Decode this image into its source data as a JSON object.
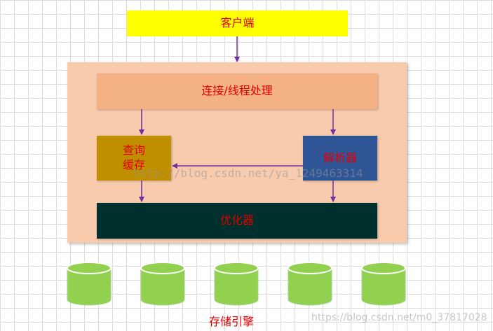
{
  "client": {
    "label": "客户端"
  },
  "server": {
    "connection": {
      "label": "连接/线程处理"
    },
    "cache": {
      "line1": "查询",
      "line2": "缓存"
    },
    "parser": {
      "label": "解析器"
    },
    "optimizer": {
      "label": "优化器"
    }
  },
  "storage": {
    "label": "存储引擎",
    "cylinder_count": 5
  },
  "watermarks": {
    "center": "http://blog.csdn.net/ya_1249463314",
    "bottom": "https://blog.csdn.net/m0_37817028"
  },
  "colors": {
    "text": "#e00000",
    "arrow": "#7030a0",
    "client": "#ffff00",
    "server": "#f8cbad",
    "connection": "#f4b183",
    "cache": "#bf8f00",
    "parser": "#2f5597",
    "optimizer": "#00302e",
    "cylinder": "#92d050"
  }
}
